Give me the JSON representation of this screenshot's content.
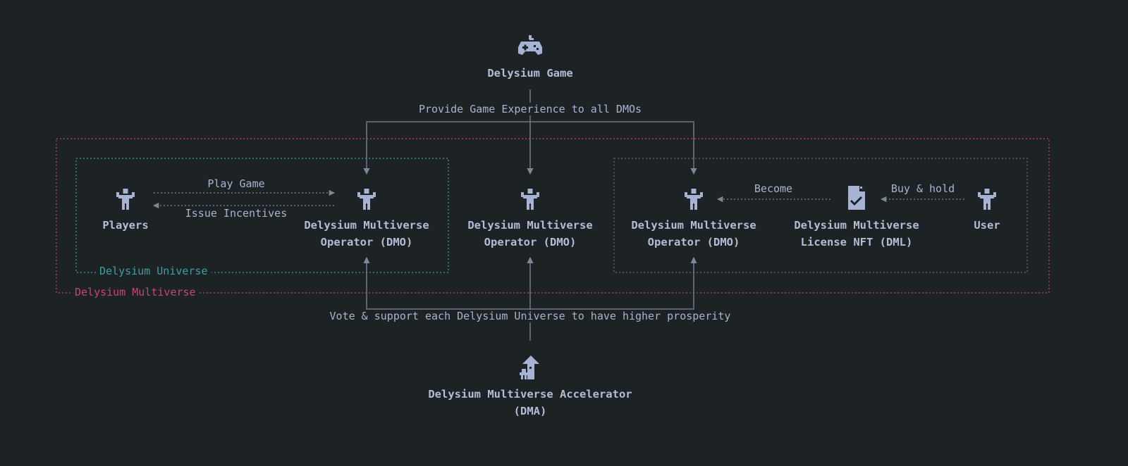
{
  "colors": {
    "background": "#1d2224",
    "text": "#b3bdd6",
    "line": "#7f8797",
    "universe": "#3f9fa3",
    "multiverse": "#c24a6b",
    "icon": "#a6b3d3"
  },
  "nodes": {
    "game": {
      "label": "Delysium Game",
      "icon": "gamepad-icon"
    },
    "players": {
      "label": "Players",
      "icon": "person-icon"
    },
    "dmo_left": {
      "line1": "Delysium Multiverse",
      "line2": "Operator (DMO)",
      "icon": "person-icon"
    },
    "dmo_center": {
      "line1": "Delysium Multiverse",
      "line2": "Operator (DMO)",
      "icon": "person-icon"
    },
    "dmo_right": {
      "line1": "Delysium Multiverse",
      "line2": "Operator (DMO)",
      "icon": "person-icon"
    },
    "dml": {
      "line1": "Delysium Multiverse",
      "line2": "License NFT (DML)",
      "icon": "license-document-icon"
    },
    "user": {
      "label": "User",
      "icon": "person-icon"
    },
    "dma": {
      "line1": "Delysium Multiverse Accelerator",
      "line2": "(DMA)",
      "icon": "accelerator-icon"
    }
  },
  "edges": {
    "provide": "Provide Game Experience to all DMOs",
    "play_game": "Play Game",
    "issue_incentives": "Issue Incentives",
    "become": "Become",
    "buy_hold": "Buy & hold",
    "vote": "Vote & support each Delysium Universe to have higher prosperity"
  },
  "regions": {
    "universe": "Delysium Universe",
    "multiverse": "Delysium Multiverse"
  }
}
